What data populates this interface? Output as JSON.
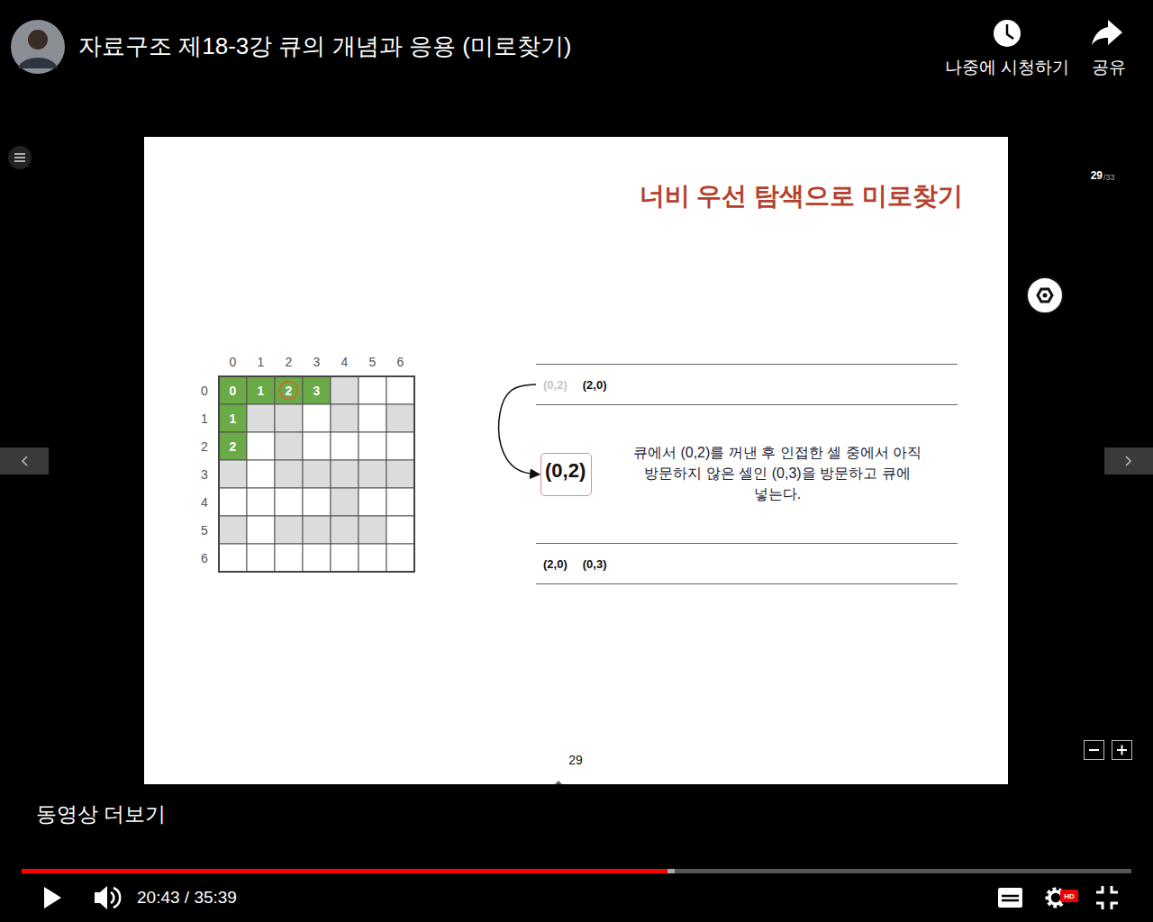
{
  "diagram": {
    "title": "너비 우선 탐색으로 미로찾기",
    "nodes": [
      {
        "text": [
          "(0,2)",
          "(2,0)"
        ]
      },
      {
        "text": [
          "(0,2)"
        ]
      },
      {
        "text": [
          "(2,0)",
          "(0,3)"
        ]
      }
    ],
    "edges": [
      {
        "from": 0,
        "to": 1,
        "arrow": "to"
      }
    ],
    "labels": [
      "자료구조 제18-3강 큐의 개념과 응용 (미로찾기)",
      "나중에 시청하기",
      "공유",
      "29",
      "/33",
      "0",
      "1",
      "2",
      "3",
      "4",
      "5",
      "6",
      "0",
      "1",
      "2",
      "3",
      "4",
      "5",
      "6",
      "0",
      "1",
      "2",
      "3",
      "1",
      "2",
      "큐에서 (0,2)를 꺼낸 후 인접한 셀 중에서 아직 방문하지 않은 셀인 (0,3)을 방문하고 큐에 넣는다.",
      "29",
      "동영상 더보기",
      "20:43 / 35:39",
      "HD"
    ]
  }
}
